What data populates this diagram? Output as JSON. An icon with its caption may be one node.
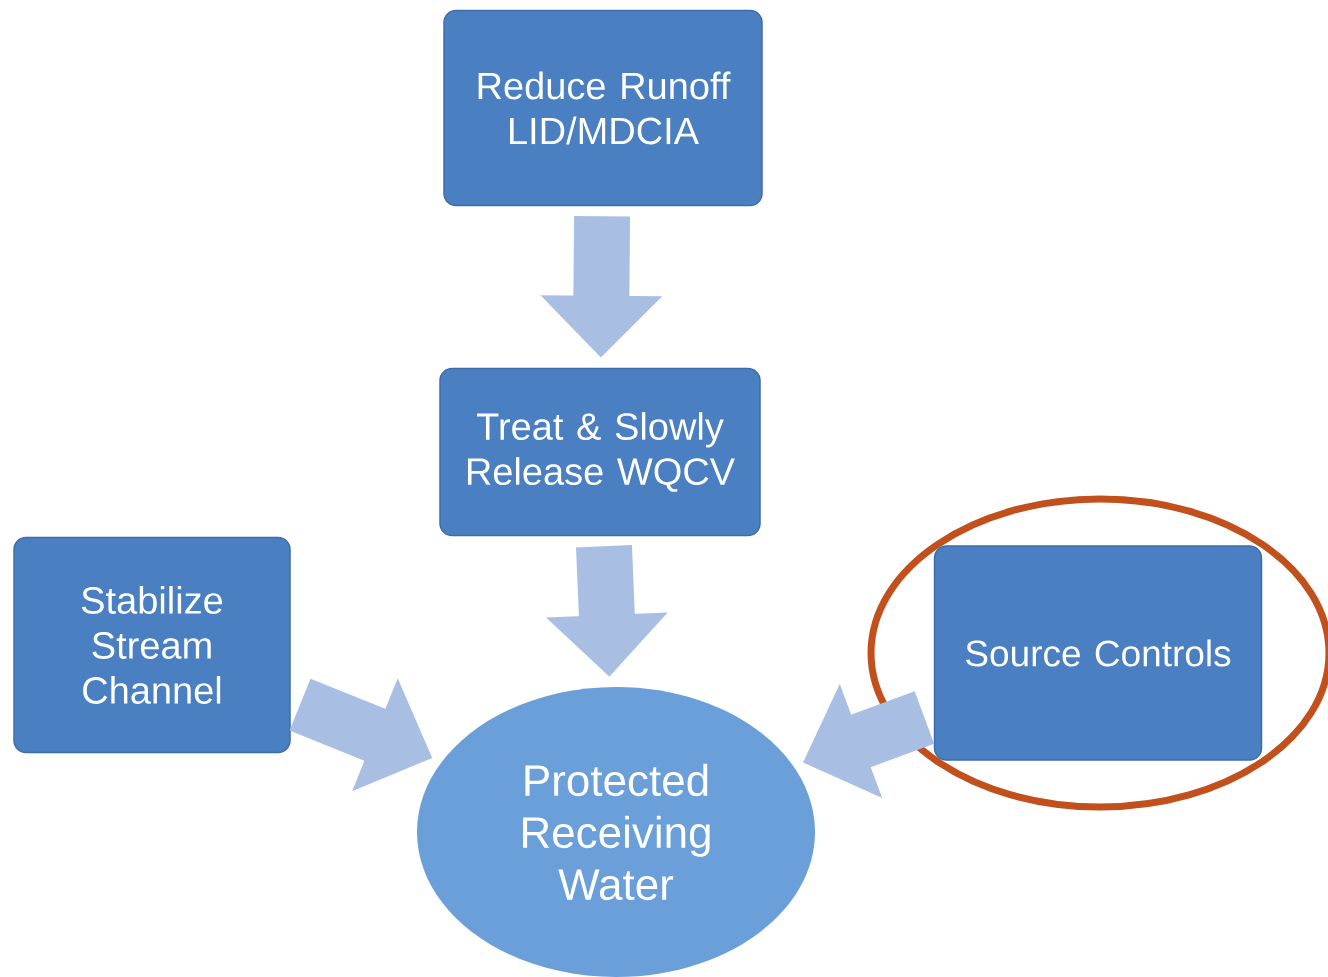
{
  "diagram": {
    "nodes": [
      {
        "text": [
          "Reduce Runoff LID/MDCIA"
        ]
      },
      {
        "text": [
          "Treat & Slowly Release WQCV"
        ]
      },
      {
        "text": [
          "Stabilize Stream Channel"
        ]
      },
      {
        "text": [
          "Protected Receiving Water"
        ]
      },
      {
        "text": [],
        "shape": "ellipse"
      },
      {
        "text": [
          "Source Controls"
        ],
        "in": 4
      }
    ],
    "edges": [
      {
        "from": 0,
        "to": 1,
        "arrow": "to"
      },
      {
        "from": 1,
        "to": 3,
        "arrow": "to"
      },
      {
        "from": 2,
        "to": 3,
        "arrow": "to"
      },
      {
        "from": 5,
        "to": 3,
        "arrow": "to"
      }
    ]
  }
}
